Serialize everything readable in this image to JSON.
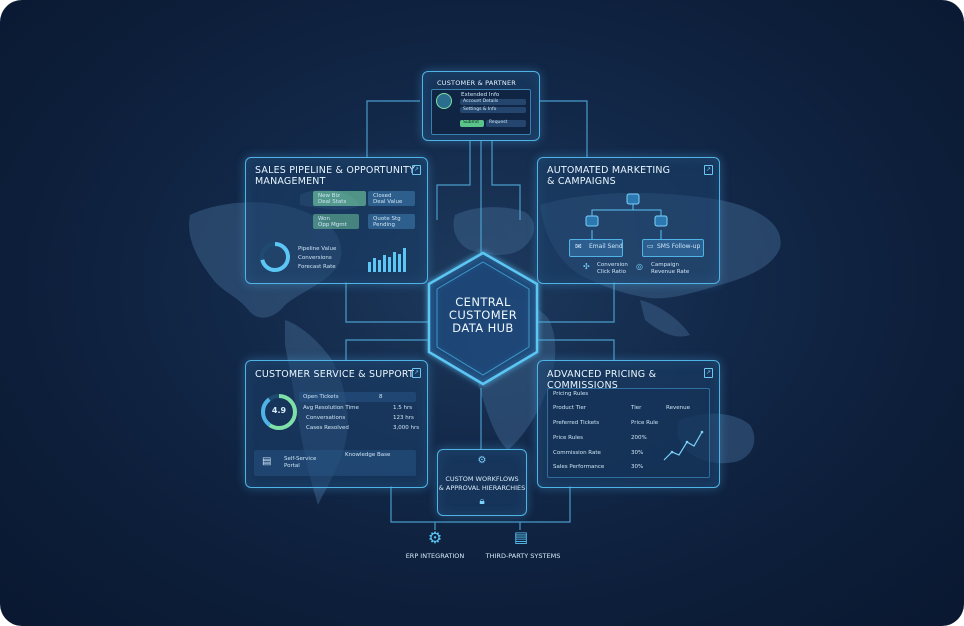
{
  "hub": {
    "line1": "CENTRAL",
    "line2": "CUSTOMER",
    "line3": "DATA HUB"
  },
  "portal": {
    "title": "CUSTOMER & PARTNER PORTAL",
    "header": "Extended Info",
    "rows": [
      "Account Details",
      "Settings & Info"
    ],
    "button": "Submit",
    "button_text": "Request"
  },
  "sales": {
    "title_line1": "SALES PIPELINE & OPPORTUNITY",
    "title_line2": "MANAGEMENT",
    "cards": [
      [
        "New Biz",
        "Deal Stats"
      ],
      [
        "Closed",
        "Deal Value"
      ],
      [
        "Won",
        "Opp Mgmt"
      ],
      [
        "Quote Stg",
        "Pending"
      ]
    ],
    "stats": [
      "Pipeline Value",
      "Conversions",
      "Forecast Rate"
    ]
  },
  "marketing": {
    "title_line1": "AUTOMATED MARKETING",
    "title_line2": "& CAMPAIGNS",
    "email_label": "Email Send",
    "sms_label": "SMS Follow-up",
    "stat1_line1": "Conversion",
    "stat1_line2": "Click Ratio",
    "stat2_line1": "Campaign",
    "stat2_line2": "Revenue Rate"
  },
  "service": {
    "title": "CUSTOMER SERVICE & SUPPORT",
    "gauge_value": "4.9",
    "rows": [
      {
        "label": "Open Tickets",
        "value": "8"
      },
      {
        "label": "Avg Resolution Time",
        "value": "1.5 hrs"
      },
      {
        "label": "Conversations",
        "value": "123 hrs"
      },
      {
        "label": "Cases Resolved",
        "value": "3,000 hrs"
      }
    ],
    "self_line1": "Self-Service",
    "self_line2": "Portal",
    "knowledge": "Knowledge Base"
  },
  "pricing": {
    "title": "ADVANCED PRICING & COMMISSIONS",
    "header": "Pricing Rules",
    "side_label": "Revenue",
    "rows": [
      {
        "label": "Product Tier",
        "value": "Tier"
      },
      {
        "label": "Preferred Tickets",
        "value": "Price Rule"
      },
      {
        "label": "Price Rules",
        "value": "200%"
      },
      {
        "label": "Commission Rate",
        "value": "30%"
      },
      {
        "label": "Sales Performance",
        "value": "30%"
      }
    ]
  },
  "workflow": {
    "line1": "CUSTOM WORKFLOWS",
    "line2": "& APPROVAL HIERARCHIES"
  },
  "erp": {
    "label": "ERP INTEGRATION"
  },
  "third_party": {
    "label": "THIRD-PARTY SYSTEMS"
  },
  "colors": {
    "accent": "#4fb3e6",
    "green": "#7ee0a8",
    "background": "#0d1f3b"
  }
}
